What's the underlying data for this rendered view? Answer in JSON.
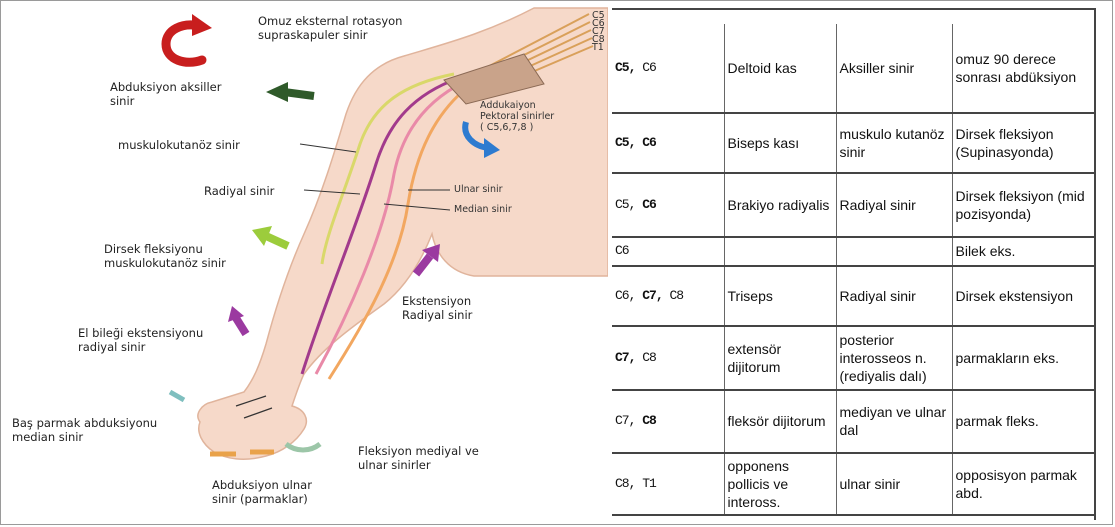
{
  "diagram": {
    "labels": {
      "shoulder_rotation": [
        "Omuz eksternal rotasyon",
        "supraskapuler sinir"
      ],
      "abduction": [
        "Abduksiyon aksiller",
        "sinir"
      ],
      "musculocutaneous": "muskulokutanöz sinir",
      "radial": "Radiyal sinir",
      "elbow_flexion": [
        "Dirsek fleksiyonu",
        "muskulokutanöz sinir"
      ],
      "wrist_extension": [
        "El bileği ekstensiyonu",
        "radiyal sinir"
      ],
      "thumb_abduction": [
        "Baş parmak abduksiyonu",
        "median sinir"
      ],
      "finger_abduction": [
        "Abduksiyon ulnar",
        "sinir (parmaklar)"
      ],
      "flexion": [
        "Fleksiyon mediyal ve",
        "ulnar sinirler"
      ],
      "extension": [
        "Ekstensiyon",
        "Radiyal sinir"
      ],
      "adduction": [
        "Addukaiyon",
        "Pektoral sinirler",
        "( C5,6,7,8 )"
      ],
      "ulnar": "Ulnar sinir",
      "median": "Median sinir",
      "roots": [
        "C5",
        "C6",
        "C7",
        "C8",
        "T1"
      ]
    },
    "colors": {
      "skin": "#f6d9c9",
      "skin_edge": "#e8bfa9",
      "nerve_yellow": "#d9d86a",
      "nerve_purple": "#a23a8c",
      "nerve_pink": "#e98aa8",
      "nerve_orange": "#f2a760",
      "red_arrow": "#c81e1e",
      "dark_green": "#2f5a2a",
      "light_green": "#9ccc3c",
      "purple": "#9b3aa0",
      "blue": "#2d7bd0",
      "teal": "#7fbfbf",
      "orange": "#e9a24a"
    }
  },
  "table": {
    "rows": [
      {
        "root": "C5, C6",
        "bold": [
          "C5"
        ],
        "muscle": "Deltoid kas",
        "nerve": "Aksiller sinir",
        "action": "omuz 90 derece sonrası abdüksiyon"
      },
      {
        "root": "C5, C6",
        "bold": [
          "C5",
          "C6"
        ],
        "muscle": "Biseps kası",
        "nerve": "muskulo kutanöz sinir",
        "action": "Dirsek fleksiyon (Supinasyonda)"
      },
      {
        "root": "C5, C6",
        "bold": [
          "C6"
        ],
        "muscle": "Brakiyo radiyalis",
        "nerve": "Radiyal sinir",
        "action": "Dirsek fleksiyon (mid pozisyonda)"
      },
      {
        "root": "C6",
        "bold": [],
        "muscle": "",
        "nerve": "",
        "action": "Bilek eks."
      },
      {
        "root": "C6, C7, C8",
        "bold": [
          "C7"
        ],
        "muscle": "Triseps",
        "nerve": "Radiyal sinir",
        "action": "Dirsek ekstensiyon"
      },
      {
        "root": "C7, C8",
        "bold": [
          "C7"
        ],
        "muscle": "extensör dijitorum",
        "nerve": "posterior interosseos n. (rediyalis dalı)",
        "action": "parmakların eks."
      },
      {
        "root": "C7, C8",
        "bold": [
          "C8"
        ],
        "muscle": "fleksör dijitorum",
        "nerve": "mediyan ve ulnar dal",
        "action": "parmak fleks."
      },
      {
        "root": "C8, T1",
        "bold": [],
        "muscle": "opponens pollicis ve inteross.",
        "nerve": "ulnar sinir",
        "action": "opposisyon parmak abd."
      }
    ]
  }
}
